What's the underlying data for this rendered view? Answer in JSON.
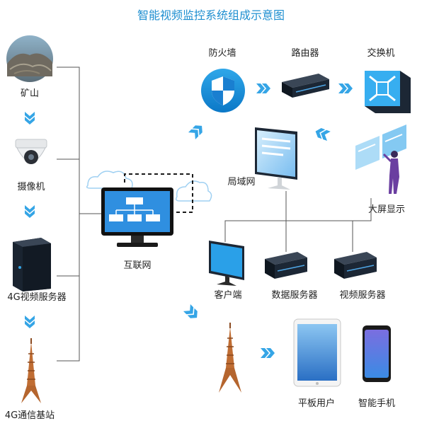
{
  "title": "智能视频监控系统组成示意图",
  "nodes": {
    "mine": "矿山",
    "camera": "摄像机",
    "video_server_4g": "4G视频服务器",
    "base_station_4g": "4G通信基站",
    "internet": "互联网",
    "firewall": "防火墙",
    "router": "路由器",
    "switch": "交换机",
    "lan": "局域网",
    "big_screen": "大屏显示",
    "client": "客户端",
    "data_server": "数据服务器",
    "video_server": "视频服务器",
    "tablet_user": "平板用户",
    "smartphone": "智能手机"
  },
  "colors": {
    "title": "#1f8fd0",
    "arrow": "#35a5e6",
    "line": "#555555",
    "device_dark": "#1e2b3a",
    "tower": "#b5652e",
    "monitor_blue": "#2f8fe0"
  }
}
